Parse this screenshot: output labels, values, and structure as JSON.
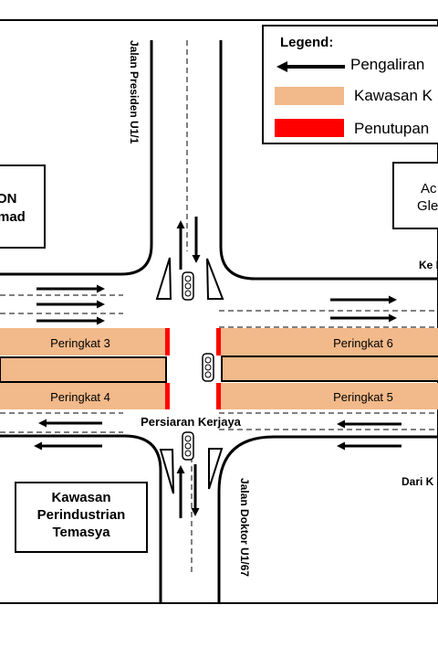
{
  "legend": {
    "title": "Legend:",
    "items": [
      {
        "label": "Pengaliran",
        "icon": "traffic-flow-arrow-icon"
      },
      {
        "label": "Kawasan K",
        "color": "#F2B98A"
      },
      {
        "label": "Penutupan",
        "color": "#FF0000"
      }
    ]
  },
  "roads": {
    "north": "Jalan Presiden U1/1",
    "south": "Jalan Doktor U1/67",
    "main": "Persiaran Kerjaya"
  },
  "directions": {
    "east_to": "Ke K",
    "east_from": "Dari K"
  },
  "blocks": {
    "north_west": [
      "ON",
      "mad"
    ],
    "north_east": [
      "Ac",
      "Gle"
    ],
    "south_west": [
      "Kawasan",
      "Perindustrian",
      "Temasya"
    ]
  },
  "work_zones": [
    {
      "label": "Peringkat 3"
    },
    {
      "label": "Peringkat 4"
    },
    {
      "label": "Peringkat 6"
    },
    {
      "label": "Peringkat 5"
    }
  ],
  "colors": {
    "work_zone": "#F2B98A",
    "closure": "#FF0000",
    "outline": "#000000"
  }
}
